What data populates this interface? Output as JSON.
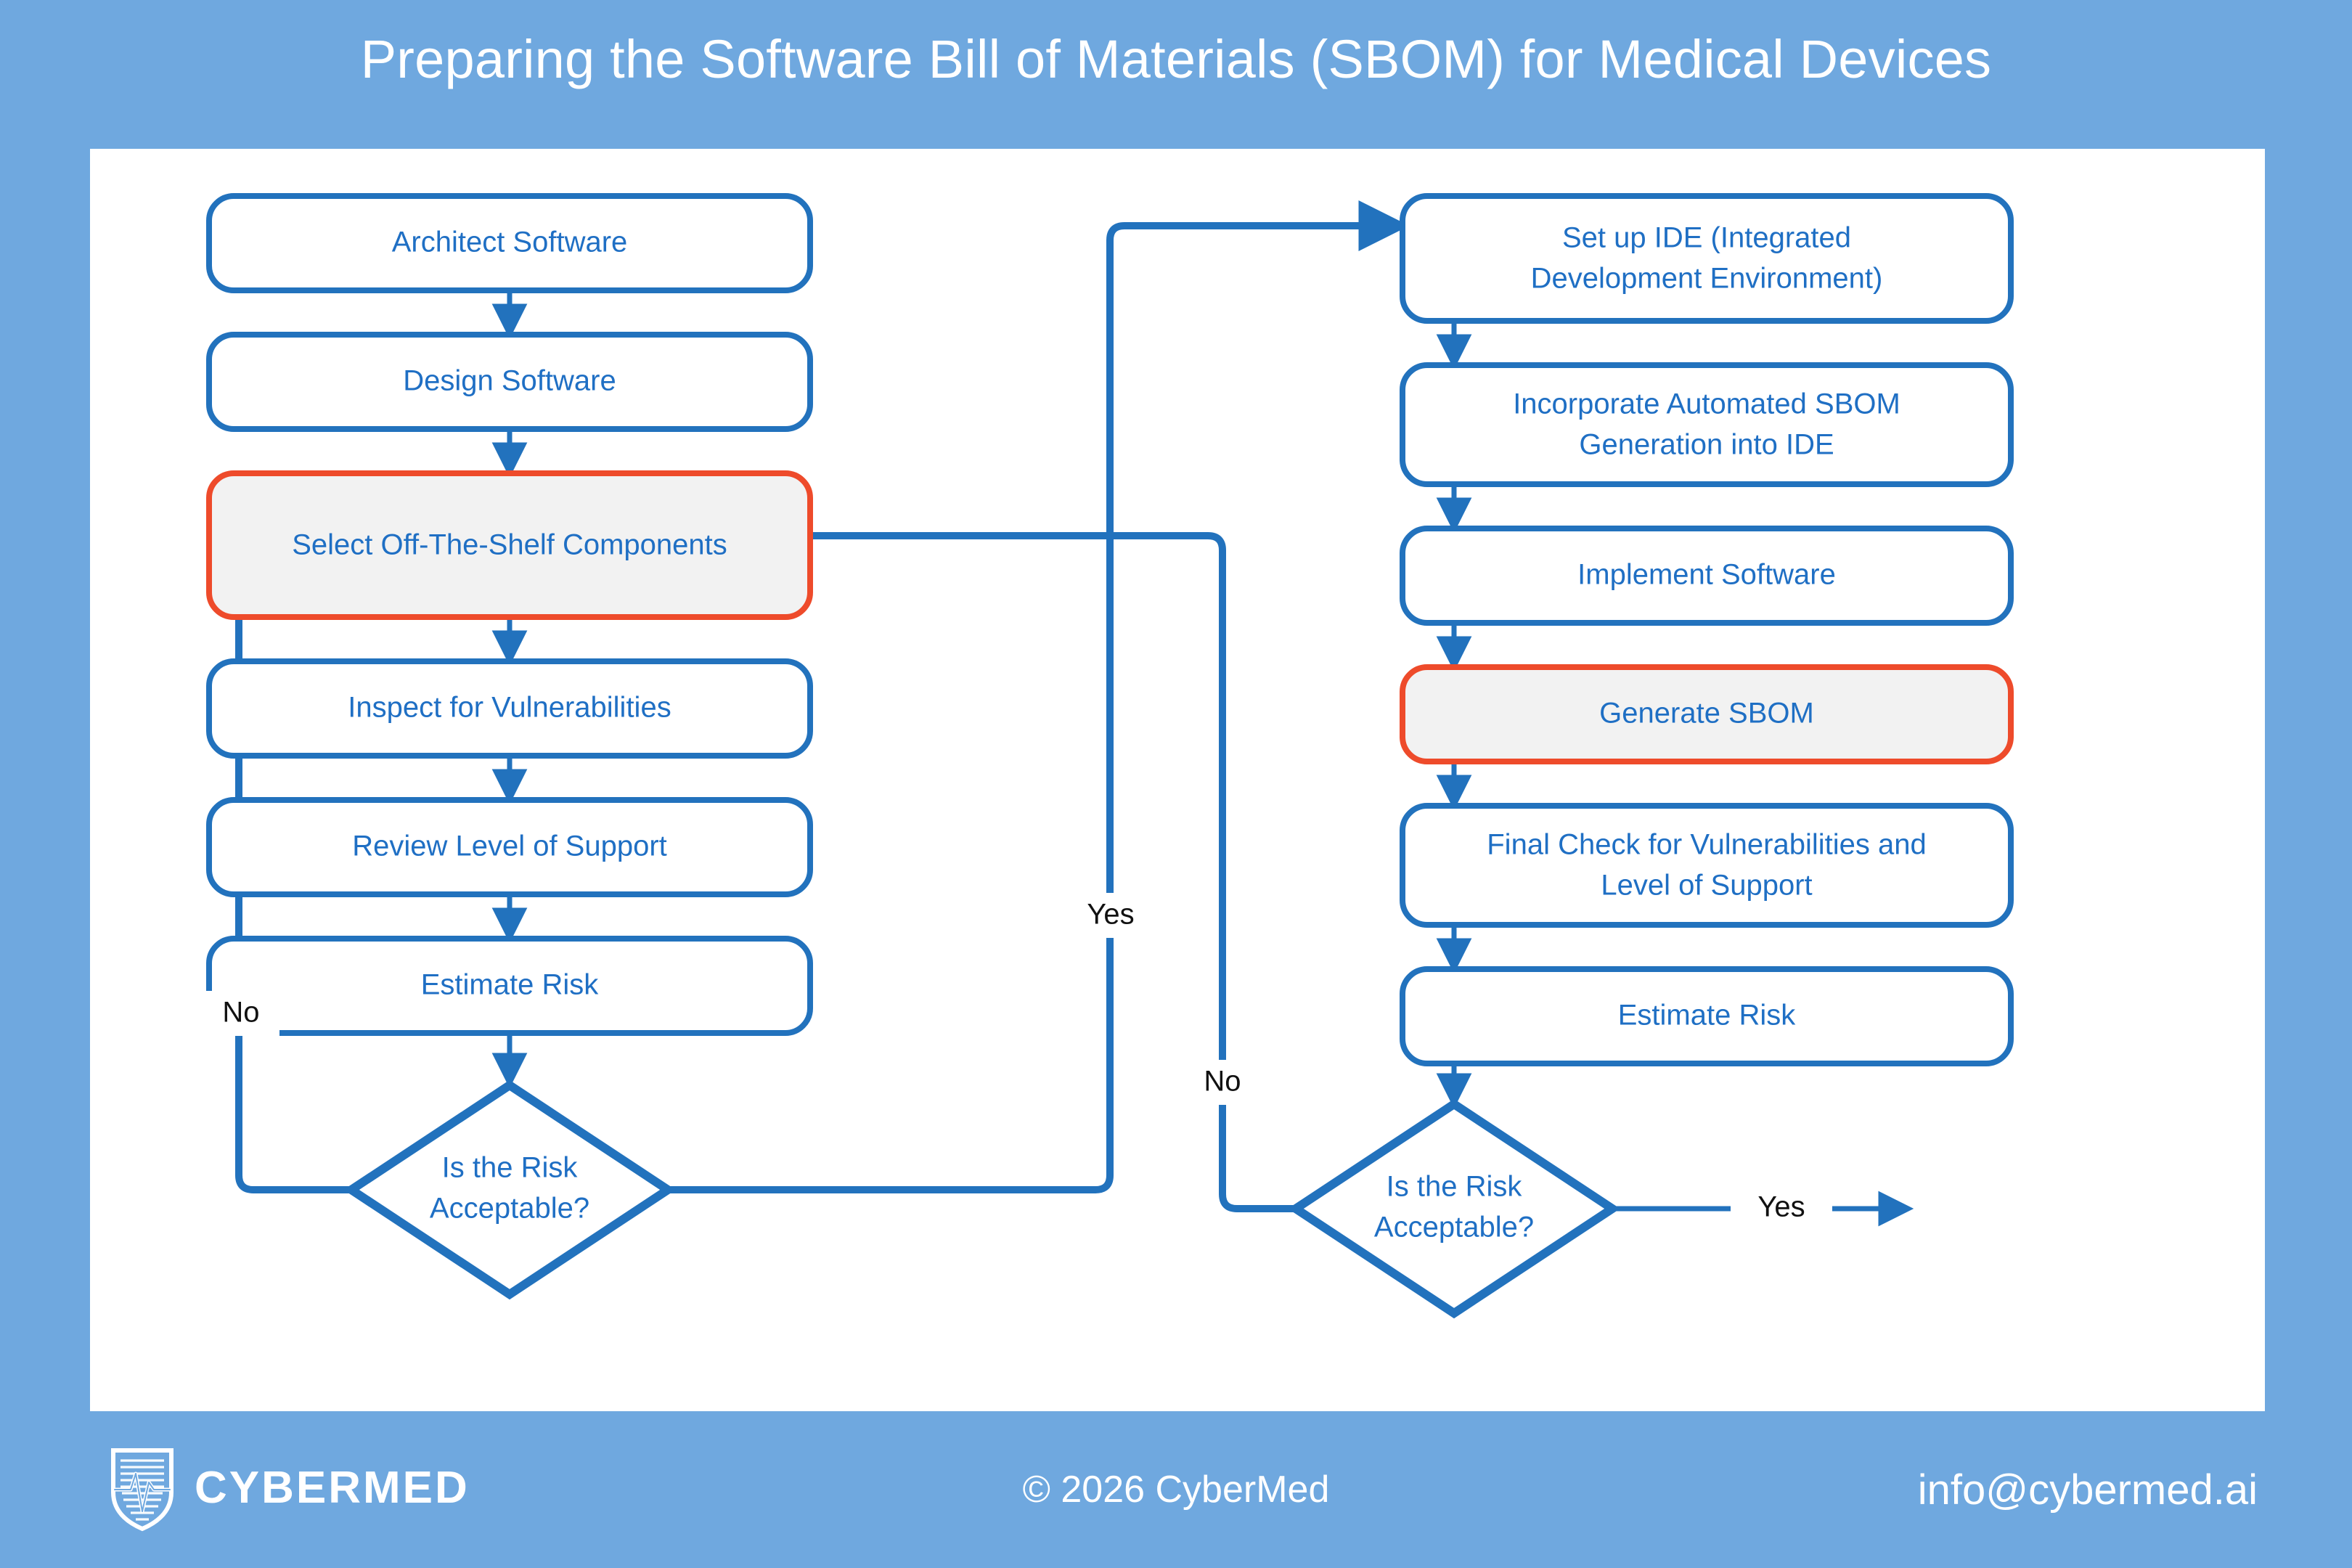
{
  "page": {
    "title": "Preparing the Software Bill of Materials (SBOM) for Medical Devices",
    "background_color": "#6FA8DF",
    "panel_color": "#FFFFFF"
  },
  "colors": {
    "brand_blue": "#6FA8DF",
    "node_blue": "#2272BD",
    "node_text_blue": "#1F6FC4",
    "highlight_red": "#EE4B2B",
    "highlight_fill": "#F2F2F2",
    "label_black": "#111111",
    "white": "#FFFFFF"
  },
  "chart_data": {
    "type": "diagram",
    "diagram_kind": "flowchart",
    "title": "Preparing the Software Bill of Materials (SBOM) for Medical Devices",
    "columns": 2,
    "nodes": [
      {
        "id": "architect",
        "column": "left",
        "shape": "rounded-rect",
        "label": "Architect Software",
        "highlighted": false
      },
      {
        "id": "design",
        "column": "left",
        "shape": "rounded-rect",
        "label": "Design Software",
        "highlighted": false
      },
      {
        "id": "select",
        "column": "left",
        "shape": "rounded-rect",
        "label": "Select Off-The-Shelf Components",
        "highlighted": true
      },
      {
        "id": "inspect",
        "column": "left",
        "shape": "rounded-rect",
        "label": "Inspect for Vulnerabilities",
        "highlighted": false
      },
      {
        "id": "review",
        "column": "left",
        "shape": "rounded-rect",
        "label": "Review Level of Support",
        "highlighted": false
      },
      {
        "id": "estimate1",
        "column": "left",
        "shape": "rounded-rect",
        "label": "Estimate Risk",
        "highlighted": false
      },
      {
        "id": "risk1",
        "column": "left",
        "shape": "diamond",
        "label_line1": "Is the Risk",
        "label_line2": "Acceptable?",
        "highlighted": false
      },
      {
        "id": "setupide",
        "column": "right",
        "shape": "rounded-rect",
        "label_line1": "Set up IDE (Integrated",
        "label_line2": "Development Environment)",
        "highlighted": false
      },
      {
        "id": "incorporate",
        "column": "right",
        "shape": "rounded-rect",
        "label_line1": "Incorporate Automated SBOM",
        "label_line2": "Generation into IDE",
        "highlighted": false
      },
      {
        "id": "implement",
        "column": "right",
        "shape": "rounded-rect",
        "label": "Implement Software",
        "highlighted": false
      },
      {
        "id": "generate",
        "column": "right",
        "shape": "rounded-rect",
        "label": "Generate SBOM",
        "highlighted": true
      },
      {
        "id": "finalcheck",
        "column": "right",
        "shape": "rounded-rect",
        "label_line1": "Final Check for Vulnerabilities and",
        "label_line2": "Level of Support",
        "highlighted": false
      },
      {
        "id": "estimate2",
        "column": "right",
        "shape": "rounded-rect",
        "label": "Estimate Risk",
        "highlighted": false
      },
      {
        "id": "risk2",
        "column": "right",
        "shape": "diamond",
        "label_line1": "Is the Risk",
        "label_line2": "Acceptable?",
        "highlighted": false
      }
    ],
    "edges": [
      {
        "from": "architect",
        "to": "design",
        "label": ""
      },
      {
        "from": "design",
        "to": "select",
        "label": ""
      },
      {
        "from": "select",
        "to": "inspect",
        "label": ""
      },
      {
        "from": "inspect",
        "to": "review",
        "label": ""
      },
      {
        "from": "review",
        "to": "estimate1",
        "label": ""
      },
      {
        "from": "estimate1",
        "to": "risk1",
        "label": ""
      },
      {
        "from": "risk1",
        "to": "select",
        "label": "No"
      },
      {
        "from": "risk1",
        "to": "setupide",
        "label": "Yes"
      },
      {
        "from": "setupide",
        "to": "incorporate",
        "label": ""
      },
      {
        "from": "incorporate",
        "to": "implement",
        "label": ""
      },
      {
        "from": "implement",
        "to": "generate",
        "label": ""
      },
      {
        "from": "generate",
        "to": "finalcheck",
        "label": ""
      },
      {
        "from": "finalcheck",
        "to": "estimate2",
        "label": ""
      },
      {
        "from": "estimate2",
        "to": "risk2",
        "label": ""
      },
      {
        "from": "risk2",
        "to": "select",
        "label": "No"
      },
      {
        "from": "risk2",
        "to": "exit",
        "label": "Yes"
      }
    ],
    "edge_labels": [
      "No",
      "Yes",
      "No",
      "Yes"
    ]
  },
  "nodes": {
    "architect": {
      "label": "Architect Software"
    },
    "design": {
      "label": "Design Software"
    },
    "select": {
      "label": "Select Off-The-Shelf Components"
    },
    "inspect": {
      "label": "Inspect for Vulnerabilities"
    },
    "review": {
      "label": "Review Level of Support"
    },
    "estimate1": {
      "label": "Estimate Risk"
    },
    "risk1": {
      "line1": "Is the Risk",
      "line2": "Acceptable?"
    },
    "setupide": {
      "line1": "Set up IDE (Integrated",
      "line2": "Development Environment)"
    },
    "incorporate": {
      "line1": "Incorporate Automated SBOM",
      "line2": "Generation into IDE"
    },
    "implement": {
      "label": "Implement Software"
    },
    "generate": {
      "label": "Generate SBOM"
    },
    "finalcheck": {
      "line1": "Final Check for Vulnerabilities and",
      "line2": "Level of Support"
    },
    "estimate2": {
      "label": "Estimate Risk"
    },
    "risk2": {
      "line1": "Is the Risk",
      "line2": "Acceptable?"
    }
  },
  "labels": {
    "left_no": "No",
    "left_yes": "Yes",
    "right_no": "No",
    "right_yes": "Yes"
  },
  "footer": {
    "brand": "CYBERMED",
    "copyright": "© 2026 CyberMed",
    "contact": "info@cybermed.ai",
    "logo_icon": "shield-heartbeat-icon"
  }
}
